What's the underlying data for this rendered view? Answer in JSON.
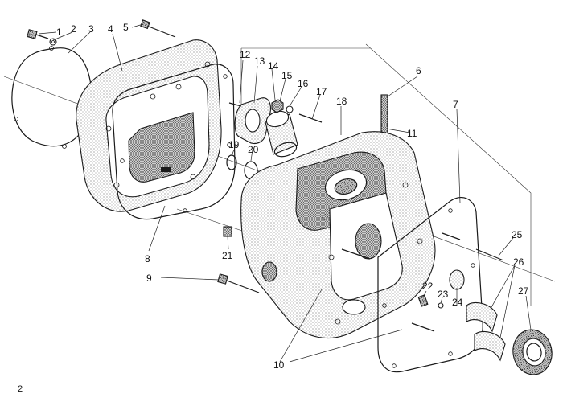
{
  "figure_number": "2",
  "callouts": [
    "1",
    "2",
    "3",
    "4",
    "5",
    "6",
    "7",
    "8",
    "9",
    "10",
    "11",
    "12",
    "13",
    "14",
    "15",
    "16",
    "17",
    "18",
    "19",
    "20",
    "21",
    "22",
    "23",
    "24",
    "25",
    "26",
    "27"
  ]
}
